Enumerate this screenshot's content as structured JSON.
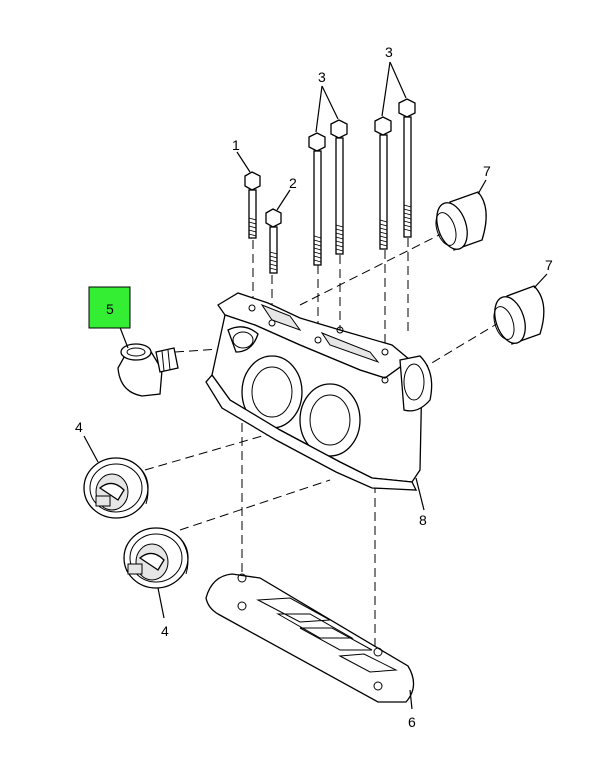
{
  "callouts": {
    "c1": "1",
    "c2": "2",
    "c3a": "3",
    "c3b": "3",
    "c4a": "4",
    "c4b": "4",
    "c5": "5",
    "c6": "6",
    "c7a": "7",
    "c7b": "7",
    "c8": "8"
  },
  "colors": {
    "highlight": "#33ee33"
  }
}
